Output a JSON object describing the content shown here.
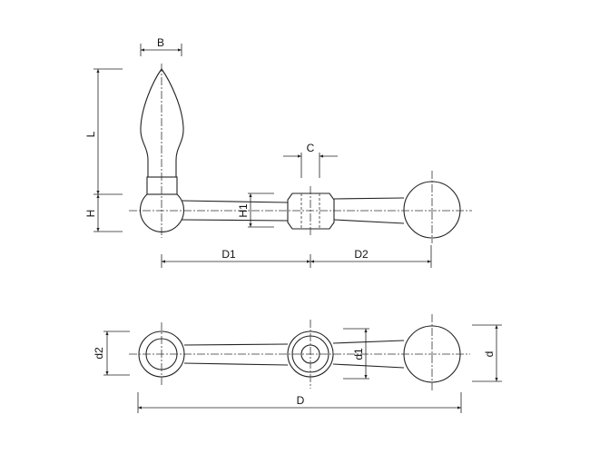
{
  "labels": {
    "B": "B",
    "L": "L",
    "H": "H",
    "H1": "H1",
    "C": "C",
    "D1": "D1",
    "D2": "D2",
    "d2": "d2",
    "d1": "d1",
    "d": "d",
    "D": "D"
  }
}
